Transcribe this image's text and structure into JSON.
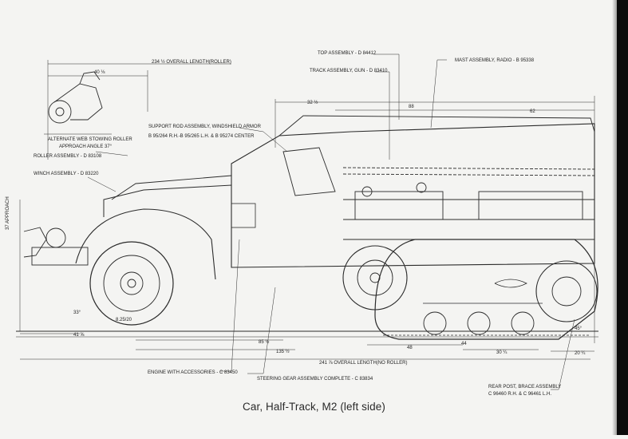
{
  "caption": "Car, Half-Track, M2 (left side)",
  "labels": {
    "overall_length_roller": "234 ½  OVERALL LENGTH(ROLLER)",
    "dim_40": "40 ⅛",
    "alt_roller": "ALTERNATE WEB STOWING ROLLER",
    "approach_angle": "APPROACH ANGLE 37°",
    "roller_assembly": "ROLLER ASSEMBLY - D 83108",
    "winch_assembly": "WINCH ASSEMBLY - D 83220",
    "support_rod_1": "SUPPORT ROD ASSEMBLY, WINDSHIELD ARMOR",
    "support_rod_2": "B 95/264 R.H.-B 95/265 L.H. & B 95274 CENTER",
    "top_assembly": "TOP ASSEMBLY - D 84412",
    "track_assembly": "TRACK ASSEMBLY, GUN - D 83410",
    "mast_assembly": "MAST ASSEMBLY, RADIO - B 95338",
    "dim_32": "32 ½",
    "dim_88": "88",
    "dim_62": "62",
    "approach_side": "37 APPROACH",
    "tire_size": "8.25/20",
    "angle_33": "33°",
    "angle_45": "45°",
    "dim_41": "41 ⅝",
    "dim_85": "85 ½",
    "dim_135": "135 ½",
    "overall_length_no_roller": "241 ⅞  OVERALL LENGTH(NO ROLLER)",
    "dim_48": "48",
    "dim_44": "44",
    "dim_30": "30 ¼",
    "dim_20": "20 ¼",
    "engine": "ENGINE WITH ACCESSORIES - C 83450",
    "steering": "STEERING GEAR ASSEMBLY COMPLETE - C 83834",
    "rear_post_1": "REAR POST, BRACE ASSEMBLY",
    "rear_post_2": "C 96460 R.H. & C 96461 L.H."
  }
}
